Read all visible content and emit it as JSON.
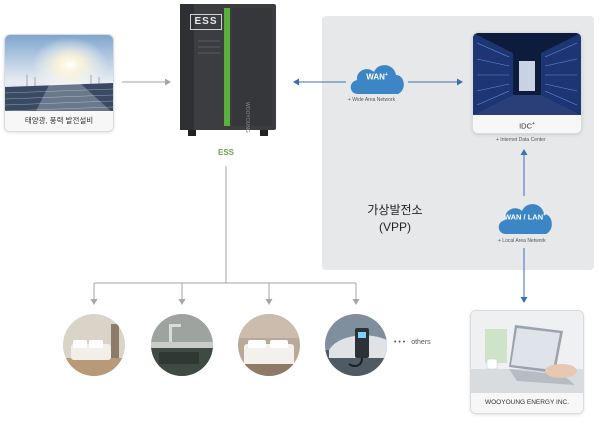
{
  "nodes": {
    "solar": {
      "caption": "태양광, 풍력 발전설비"
    },
    "ess": {
      "label": "ESS",
      "cabinet_logo": "ESS",
      "side_brand": "WOOYOUNG"
    },
    "idc": {
      "label": "IDC",
      "label_sup": "+",
      "sublabel": "+ Internet Data Center"
    },
    "vpp": {
      "title": "가상발전소",
      "subtitle": "(VPP)"
    },
    "company": {
      "caption": "WOOYOUNG ENERGY INC."
    },
    "others": {
      "dots": "• • •",
      "label": "others"
    }
  },
  "clouds": {
    "wan": {
      "label": "WAN",
      "sup": "+",
      "sublabel": "+ Wide Area Network"
    },
    "wanlan": {
      "label": "WAN / LAN",
      "sup": "+",
      "sublabel": "+ Local Area Network"
    }
  },
  "consumers": [
    "living-room",
    "kitchen",
    "bedroom",
    "ev-charger"
  ],
  "colors": {
    "arrow_gray": "#a6a6a6",
    "arrow_blue": "#3c6fb4",
    "cloud_blue": "#3d86c6",
    "ess_green": "#6aa84f",
    "panel_gray": "#e7e8ea"
  }
}
